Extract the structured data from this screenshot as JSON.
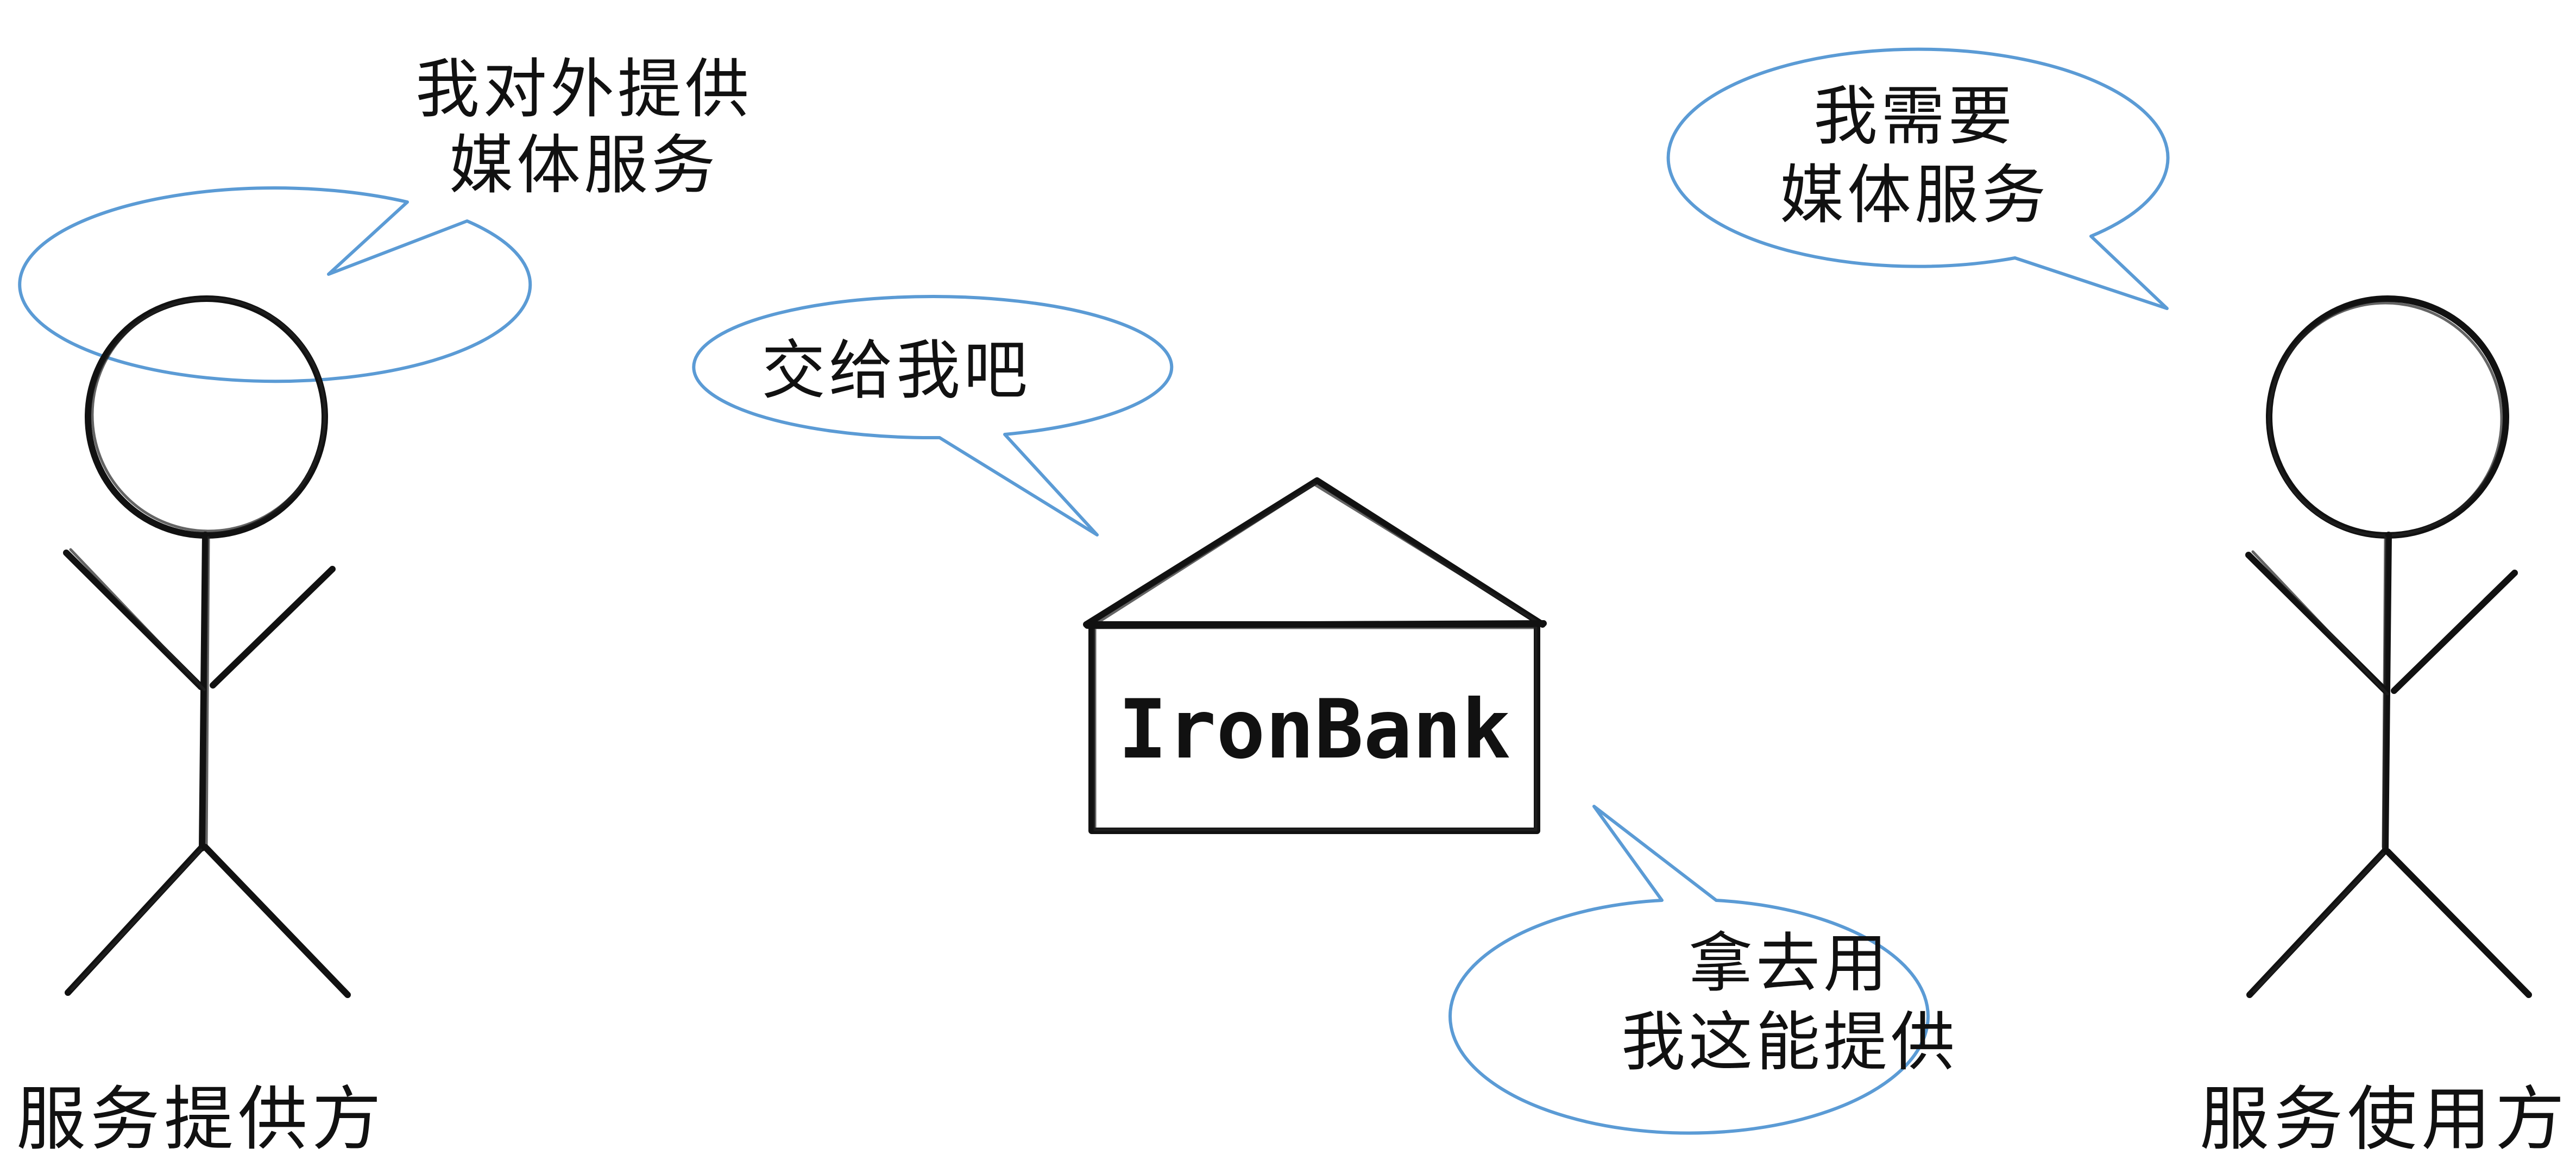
{
  "colors": {
    "bubble_stroke": "#5b9bd5",
    "ink": "#111111",
    "background": "#ffffff"
  },
  "actors": {
    "provider": {
      "label": "服务提供方",
      "icon": "stick-figure-icon"
    },
    "consumer": {
      "label": "服务使用方",
      "icon": "stick-figure-icon"
    }
  },
  "bank": {
    "label": "IronBank",
    "icon": "house-icon"
  },
  "bubbles": {
    "provider_offer": [
      "我对外提供",
      "媒体服务"
    ],
    "bank_give": [
      "交给我吧"
    ],
    "consumer_need": [
      "我需要",
      "媒体服务"
    ],
    "bank_provide": [
      "拿去用",
      "我这能提供"
    ]
  }
}
